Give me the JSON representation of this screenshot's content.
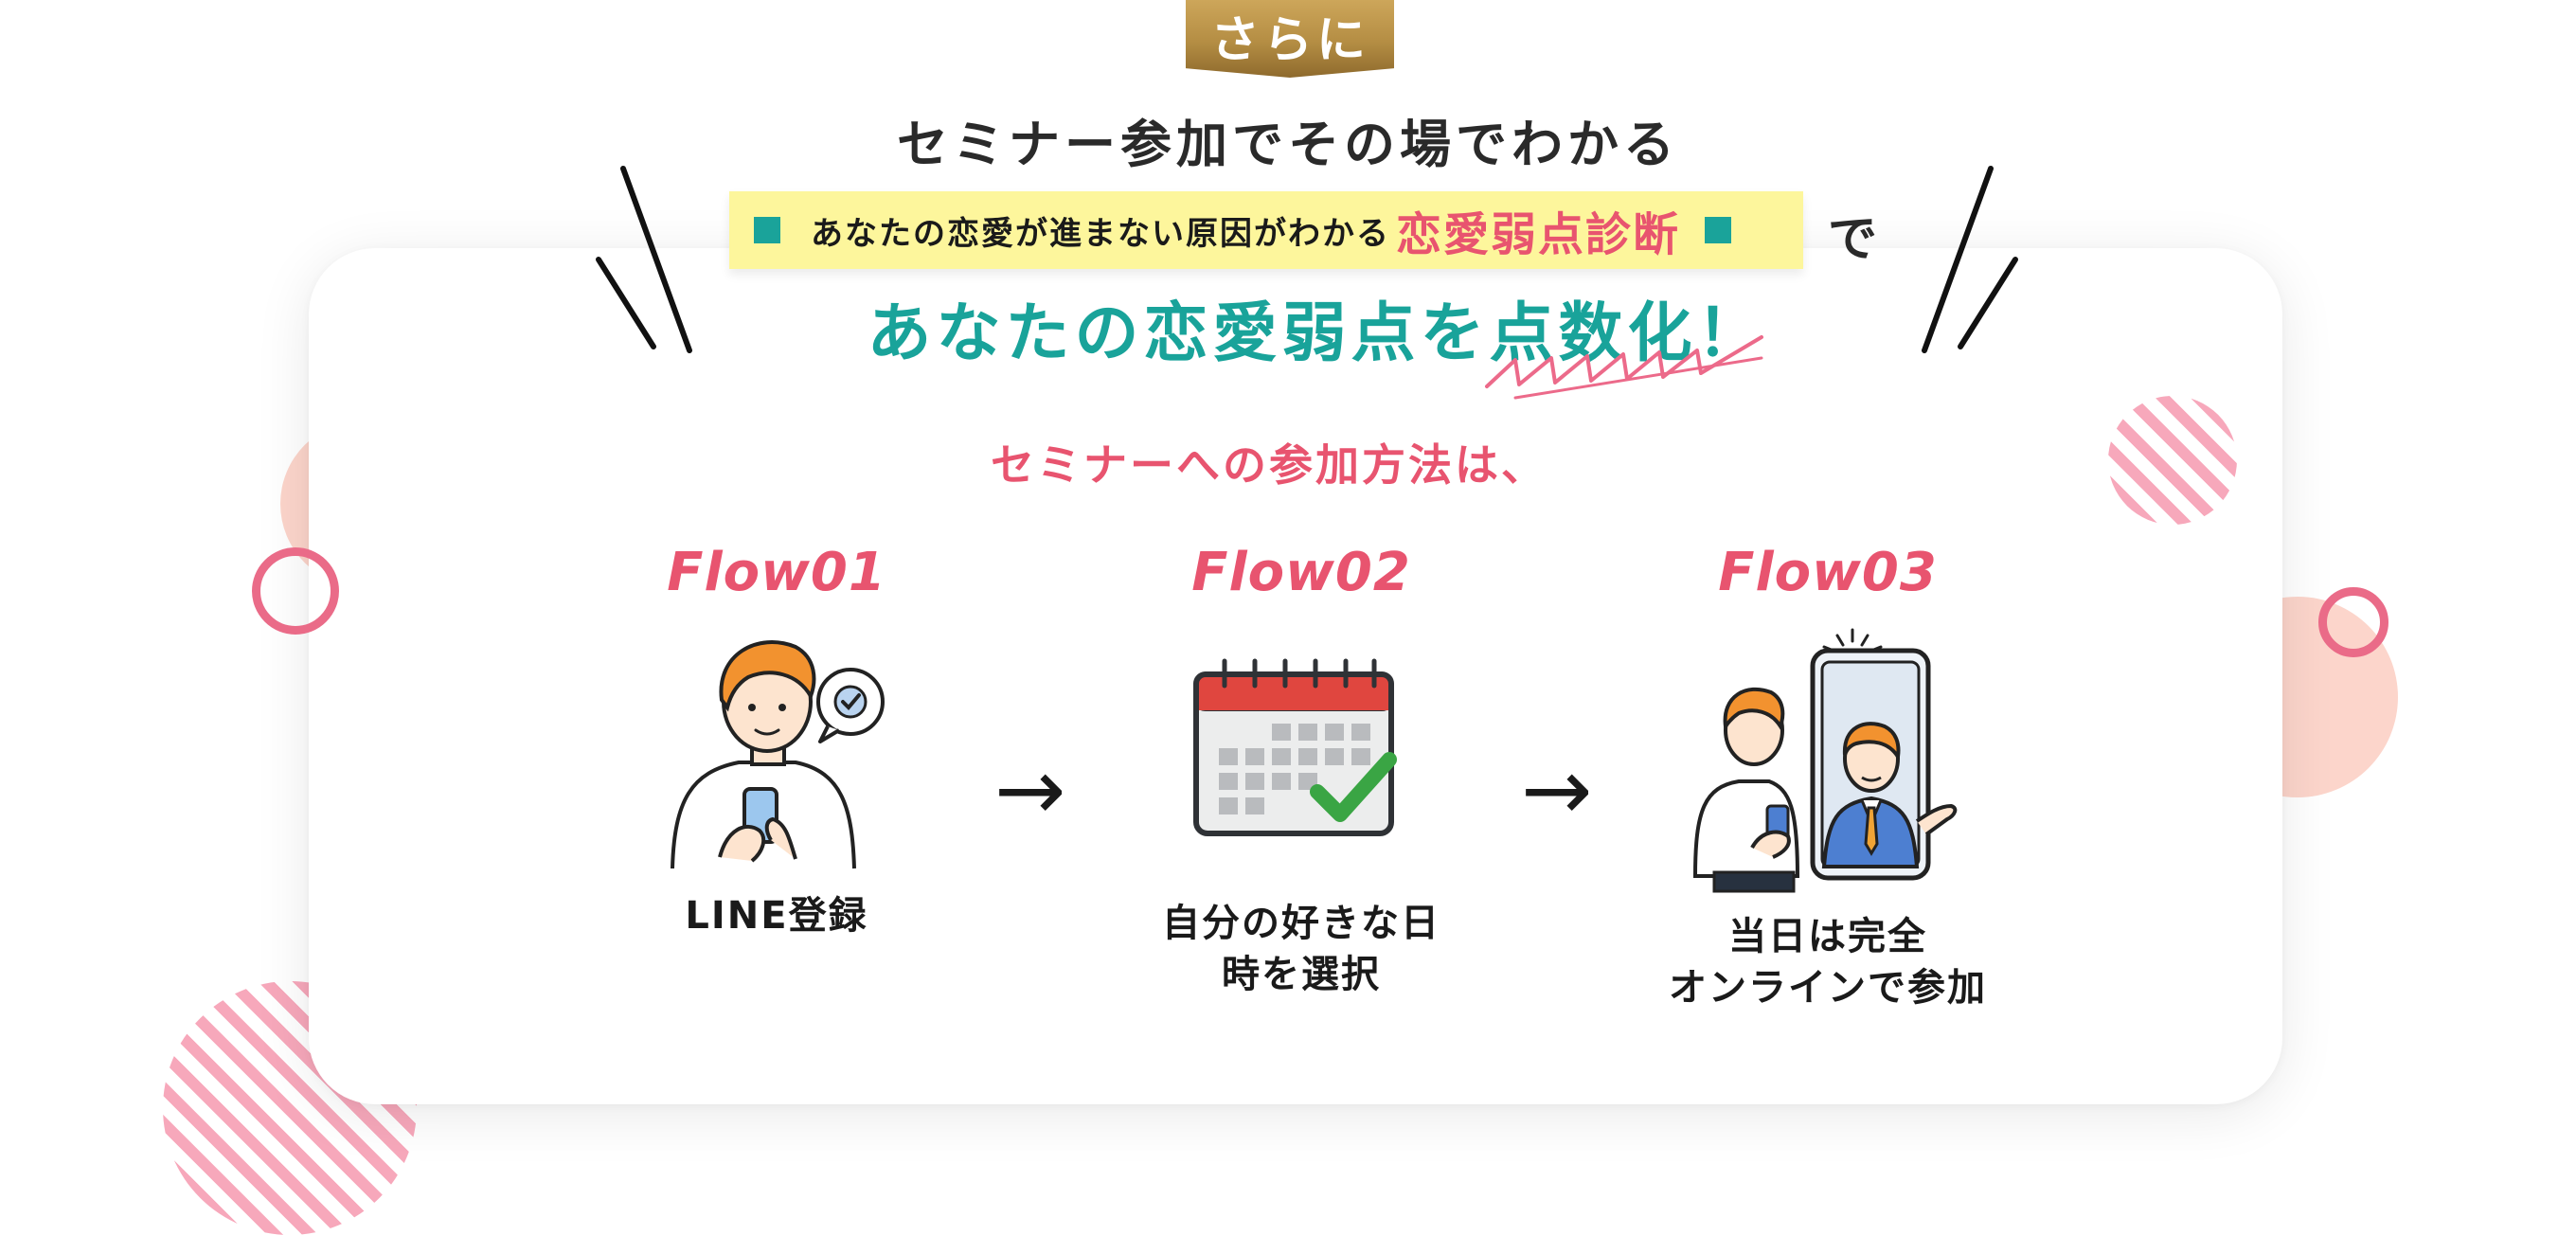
{
  "badge": "さらに",
  "headline": {
    "line1": "セミナー参加でその場でわかる",
    "highlight_small": "あなたの恋愛が進まない原因がわかる",
    "highlight_big": "恋愛弱点診断",
    "highlight_suffix": "で",
    "line3": "あなたの恋愛弱点を点数化！"
  },
  "method_label": "セミナーへの参加方法は、",
  "flows": [
    {
      "title": "Flow01",
      "caption_lines": [
        "LINE登録"
      ]
    },
    {
      "title": "Flow02",
      "caption_lines": [
        "自分の好きな日",
        "時を選択"
      ]
    },
    {
      "title": "Flow03",
      "caption_lines": [
        "当日は完全",
        "オンラインで参加"
      ]
    }
  ],
  "arrow": "→",
  "colors": {
    "accent_pink": "#e8546f",
    "accent_teal": "#1aa39a",
    "highlight_yellow": "#fdf69c",
    "badge_gold": "#b48d43",
    "deco_peach": "#fcd5cb"
  },
  "icons": {
    "flow01": "man-with-smartphone-icon",
    "flow02": "calendar-check-icon",
    "flow03": "online-video-call-icon"
  }
}
